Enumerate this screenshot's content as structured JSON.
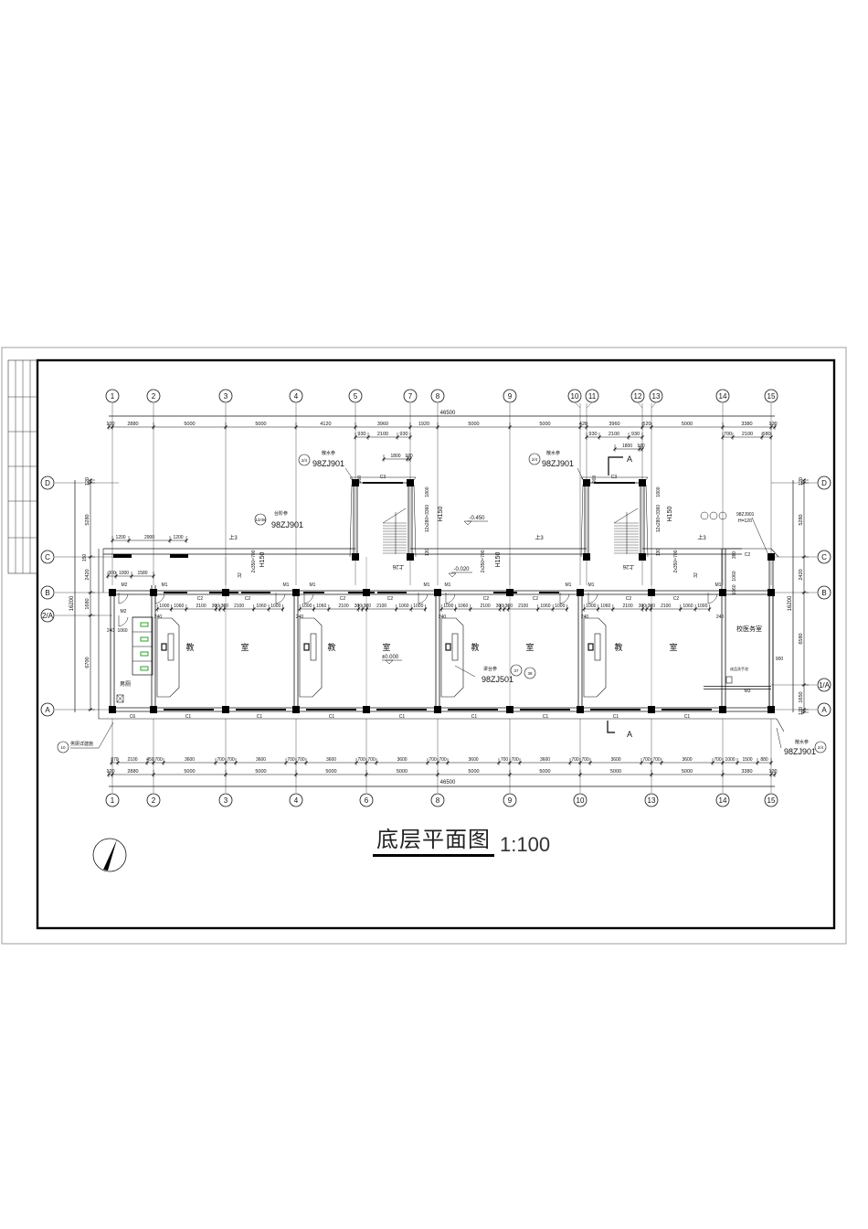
{
  "drawing": {
    "title": "底层平面图",
    "scale": "1:100"
  },
  "axes": {
    "top": [
      "1",
      "2",
      "3",
      "4",
      "5",
      "7",
      "8",
      "9",
      "10",
      "11",
      "12",
      "13",
      "14",
      "15"
    ],
    "bottom": [
      "1",
      "2",
      "3",
      "4",
      "6",
      "8",
      "9",
      "10",
      "13",
      "14",
      "15"
    ],
    "left": [
      "D",
      "C",
      "B",
      "2/A",
      "A"
    ],
    "right": [
      "D",
      "C",
      "B",
      "1/A",
      "A"
    ]
  },
  "dims": {
    "top_total": "46500",
    "top_axis": [
      "120",
      "2880",
      "5000",
      "5000",
      "4120",
      "3960",
      "1920",
      "5000",
      "5000",
      "420",
      "3960",
      "520",
      "5000",
      "3380",
      "120"
    ],
    "top_sub_a": [
      "930",
      "2100",
      "930"
    ],
    "top_sub_b": [
      "930",
      "2100",
      "930"
    ],
    "top_sub_c": [
      "700",
      "2100",
      "580"
    ],
    "top_stair_a": [
      "1800",
      "120"
    ],
    "top_stair_b": [
      "1800",
      "120"
    ],
    "bottom_sub": [
      "370",
      "2100",
      "450",
      "700",
      "3600",
      "700",
      "700",
      "3600",
      "700",
      "700",
      "3600",
      "700",
      "700",
      "3600",
      "700",
      "700",
      "3600",
      "700",
      "700",
      "3600",
      "700",
      "700",
      "3600",
      "700",
      "700",
      "3600",
      "700",
      "1000",
      "1500",
      "880"
    ],
    "bottom_axis": [
      "120",
      "2880",
      "5000",
      "5000",
      "5000",
      "5000",
      "5000",
      "5000",
      "5000",
      "5000",
      "3380",
      "120"
    ],
    "bottom_total": "46500",
    "left_rows": [
      "120",
      "5280",
      "2420",
      "1680",
      "6700"
    ],
    "left_total": "16200",
    "right_rows": [
      "120",
      "5280",
      "2420",
      "6580",
      "1650",
      "120"
    ],
    "right_total": "16200",
    "corridor_bay": [
      "1000",
      "1060",
      "2100",
      "300",
      "300",
      "2100",
      "1060",
      "1000"
    ],
    "step_dims": [
      "1200",
      "2900",
      "1200"
    ],
    "toilet_dims": [
      "300",
      "1000",
      "1580"
    ],
    "misc": {
      "d900_a": "900",
      "d900_b": "900",
      "d900_med": "900",
      "d150": "150",
      "d360": "360",
      "d1060a": "1060",
      "d1060b": "1060",
      "d240a": "240",
      "d240b": "240",
      "d240c": "240",
      "d240d": "240",
      "d240e": "240",
      "d1060t": "1060",
      "d240t": "240",
      "d900s": "900",
      "stair_run_a": "12x280=3360",
      "stair_run_b": "12x280=3360",
      "stair_1800_a": "1800",
      "stair_1800_b": "1800",
      "step_a": "2x350=700",
      "step_b": "2x350=700",
      "step_c": "2x350=700",
      "h150_a": "H150",
      "h150_b": "H150",
      "h150_c": "H150",
      "h150_d": "H150",
      "d130_a": "130",
      "d130_b": "130"
    }
  },
  "rooms": {
    "classroom_1": "教",
    "classroom_1b": "室",
    "classroom_2": "教",
    "classroom_2b": "室",
    "classroom_3": "教",
    "classroom_3b": "室",
    "classroom_4": "教",
    "classroom_4b": "室",
    "clinic": "校医务室",
    "toilet": "男厕"
  },
  "levels": {
    "floor": "±0.000",
    "outdoor": "-0.450",
    "entry": "-0.020"
  },
  "stairs": {
    "up3_a": "上3",
    "up3_b": "上3",
    "up3_c": "上3",
    "up26_a": "上26",
    "up26_b": "上26",
    "n32_a": "32",
    "n32_b": "32"
  },
  "openings": {
    "M1": "M1",
    "M2": "M2",
    "M3": "M3",
    "C1": "C1",
    "C2": "C2",
    "C3": "C3",
    "C6": "C6"
  },
  "notes": {
    "apron_label": "散水参",
    "apron_code": "98ZJ901",
    "apron_ref": "2/4",
    "apron_label_b": "散水参",
    "apron_code_b": "98ZJ901",
    "apron_ref_b": "2/4",
    "apron_label_c": "散水参",
    "apron_code_c": "98ZJ901",
    "apron_ref_c": "2/4",
    "steps_label": "台阶参",
    "steps_code": "98ZJ901",
    "steps_ref": "12/48",
    "podium_label": "讲台参",
    "podium_code": "98ZJ501",
    "podium_ref_a": "37",
    "podium_ref_b": "38",
    "toilet_note": "男厕详建施",
    "toilet_ref": "10",
    "ramp_code": "98ZJ901",
    "ramp_h": "H=120",
    "basin_note": "成品洗手池",
    "section_a": "A",
    "section_b": "A"
  },
  "colors": {
    "line": "#111111",
    "axis": "#555555",
    "fixture": "#2ca02c"
  }
}
